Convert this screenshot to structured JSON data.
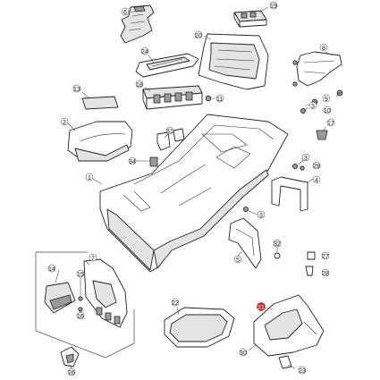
{
  "diagram": {
    "highlight_color": "#c8281e",
    "callouts": [
      {
        "id": "c19",
        "text": "19"
      },
      {
        "id": "c6",
        "text": "6"
      },
      {
        "id": "c20",
        "text": "20"
      },
      {
        "id": "c24",
        "text": "24"
      },
      {
        "id": "c8",
        "text": "8"
      },
      {
        "id": "c9",
        "text": "9"
      },
      {
        "id": "c10",
        "text": "10"
      },
      {
        "id": "c13",
        "text": "13"
      },
      {
        "id": "c18",
        "text": "18"
      },
      {
        "id": "c11",
        "text": "11"
      },
      {
        "id": "c3a",
        "text": "3"
      },
      {
        "id": "c17",
        "text": "17"
      },
      {
        "id": "c2",
        "text": "2"
      },
      {
        "id": "c31",
        "text": "31"
      },
      {
        "id": "c34",
        "text": "34"
      },
      {
        "id": "c1",
        "text": "1"
      },
      {
        "id": "c3b",
        "text": "3"
      },
      {
        "id": "c29",
        "text": "29"
      },
      {
        "id": "c4",
        "text": "4"
      },
      {
        "id": "c3c",
        "text": "3"
      },
      {
        "id": "c32",
        "text": "32"
      },
      {
        "id": "c27",
        "text": "27"
      },
      {
        "id": "c5",
        "text": "5"
      },
      {
        "id": "c28",
        "text": "28"
      },
      {
        "id": "c7",
        "text": "7"
      },
      {
        "id": "c14",
        "text": "14"
      },
      {
        "id": "c15",
        "text": "15"
      },
      {
        "id": "c16",
        "text": "16"
      },
      {
        "id": "c22",
        "text": "22"
      },
      {
        "id": "c21",
        "text": "21"
      },
      {
        "id": "c30",
        "text": "30"
      },
      {
        "id": "c23",
        "text": "23"
      },
      {
        "id": "c26",
        "text": "26"
      }
    ]
  }
}
